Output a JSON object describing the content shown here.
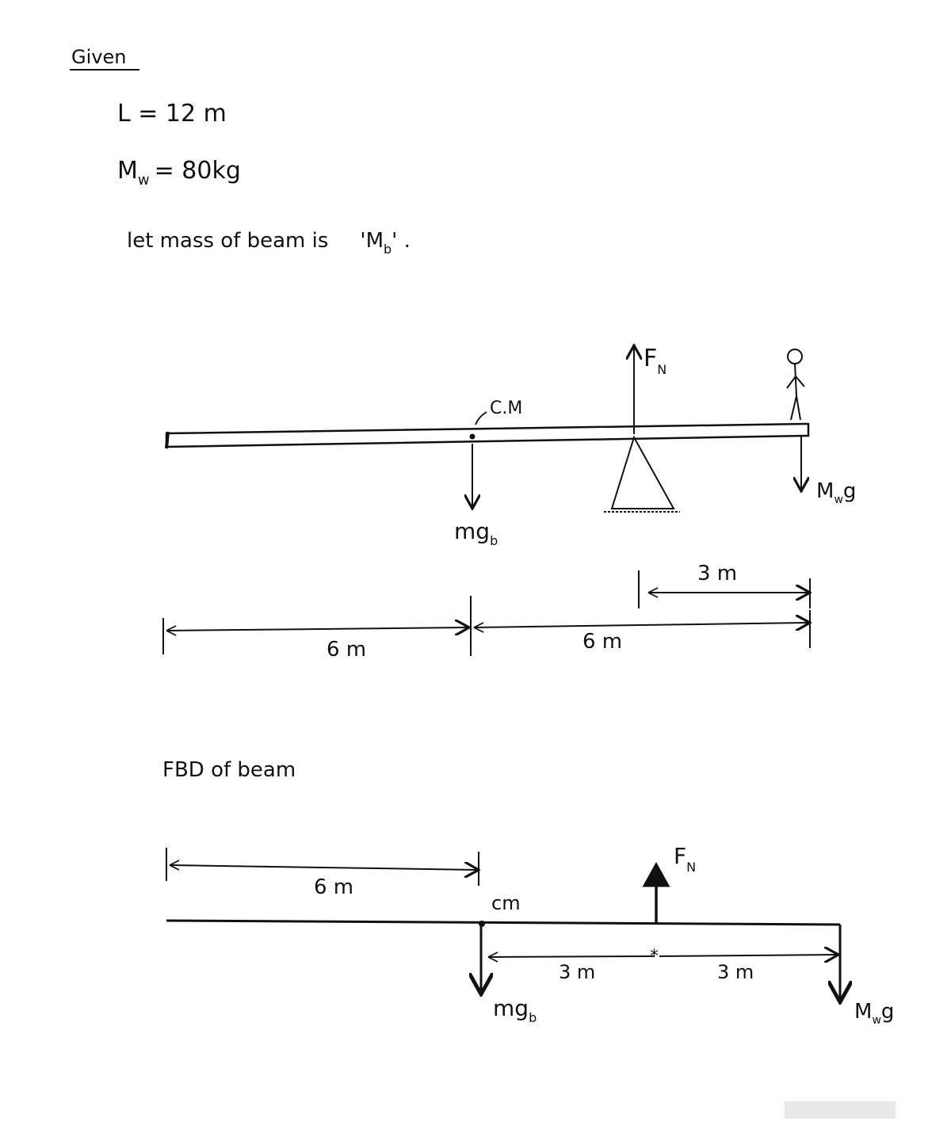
{
  "given": {
    "heading": "Given",
    "length": "L = 12 m",
    "mass_worker": "M",
    "mass_worker_sub": "w",
    "mass_worker_value": "= 80kg",
    "beam_mass_statement": "let mass of beam is",
    "beam_mass_symbol": "'M",
    "beam_mass_symbol_sub": "b",
    "beam_mass_end": "' ."
  },
  "diagram1": {
    "com_label": "C.M",
    "weight_beam": "mg",
    "weight_beam_sub": "b",
    "normal_force": "F",
    "normal_force_sub": "N",
    "weight_worker": "M",
    "weight_worker_sub": "w",
    "weight_worker_end": "g",
    "dim_left": "6 m",
    "dim_right": "6 m",
    "dim_top": "3 m"
  },
  "fbd": {
    "title": "FBD of beam",
    "dim_top": "6 m",
    "cm_label": "cm",
    "weight_beam": "mg",
    "weight_beam_sub": "b",
    "normal_force": "F",
    "normal_force_sub": "N",
    "dim_left_seg": "3 m",
    "dim_right_seg": "3 m",
    "weight_worker": "M",
    "weight_worker_sub": "w",
    "weight_worker_end": "g"
  }
}
